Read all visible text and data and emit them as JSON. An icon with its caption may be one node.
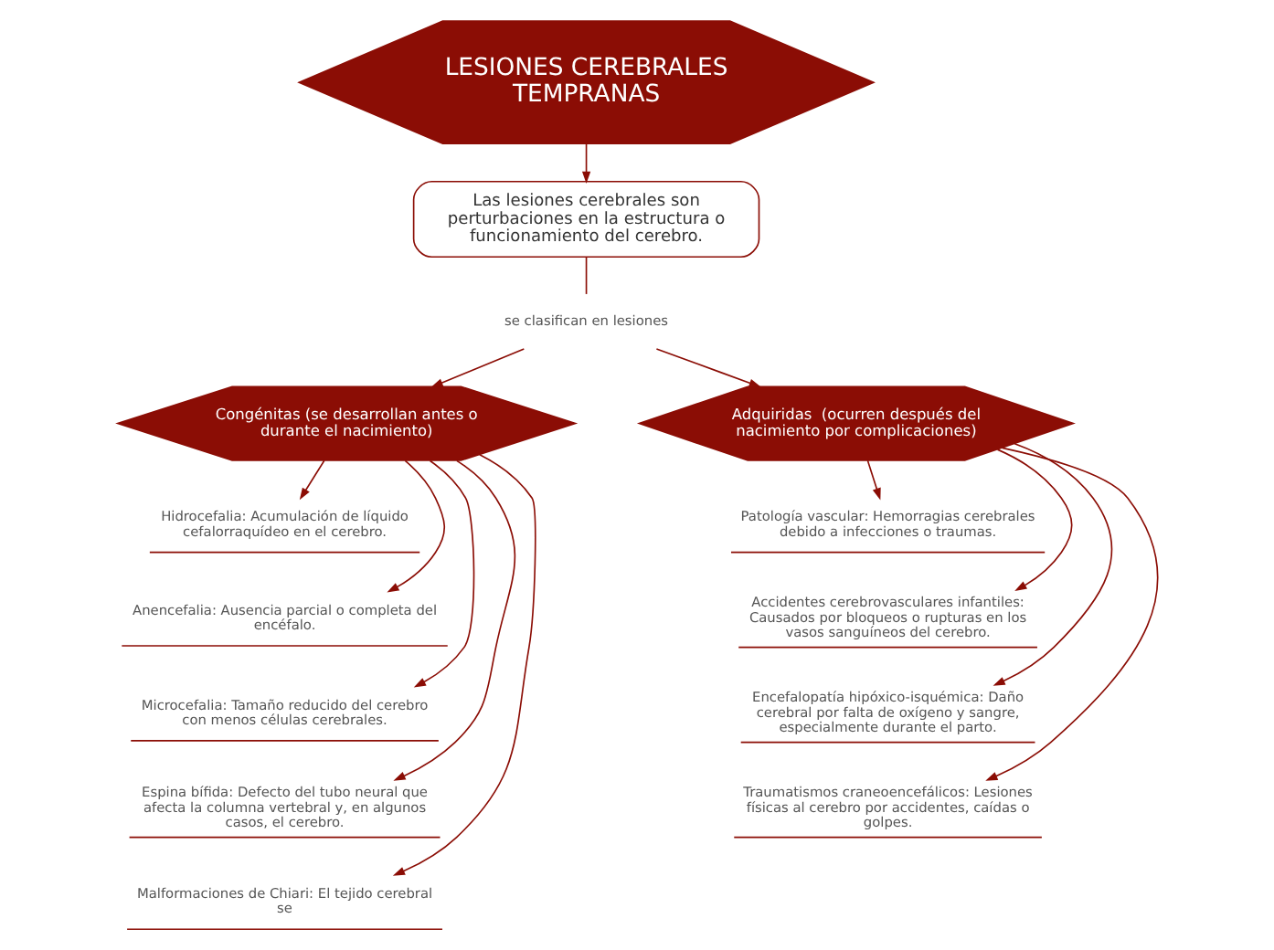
{
  "diagram": {
    "nodes": [
      {
        "text": [
          "LESIONES CEREBRALES TEMPRANAS"
        ]
      },
      {
        "text": [
          "Las lesiones cerebrales son perturbaciones en la estructura o funcionamiento del cerebro."
        ]
      },
      {
        "text": [
          "se clasifican en lesiones"
        ]
      },
      {
        "text": [
          "Congénitas (se desarrollan antes o durante el nacimiento)"
        ]
      },
      {
        "text": [
          "Adquiridas  (ocurren después del nacimiento por complicaciones)"
        ]
      },
      {
        "text": [
          "Hidrocefalia: Acumulación de líquido cefalorraquídeo en el cerebro."
        ]
      },
      {
        "text": [
          "Anencefalia: Ausencia parcial o completa del encéfalo."
        ]
      },
      {
        "text": [
          "Microcefalia: Tamaño reducido del cerebro con menos células cerebrales."
        ]
      },
      {
        "text": [
          "Espina bífida: Defecto del tubo neural que afecta la columna vertebral y, en algunos casos, el cerebro."
        ]
      },
      {
        "text": [
          "Malformaciones de Chiari: El tejido cerebral se"
        ]
      },
      {
        "text": [
          "Patología vascular: Hemorragias cerebrales debido a infecciones o traumas."
        ]
      },
      {
        "text": [
          "Accidentes cerebrovasculares infantiles: Causados por bloqueos o rupturas en los vasos sanguíneos del cerebro."
        ]
      },
      {
        "text": [
          "Encefalopatía hipóxico-isquémica: Daño cerebral por falta de oxígeno y sangre, especialmente durante el parto."
        ]
      },
      {
        "text": [
          "Traumatismos craneoencefálicos: Lesiones físicas al cerebro por accidentes, caídas o golpes."
        ]
      }
    ],
    "edges": [
      {
        "from": 0,
        "to": 1,
        "arrow": "to"
      },
      {
        "from": 1,
        "to": 2,
        "arrow": "none"
      },
      {
        "from": 2,
        "to": 3,
        "arrow": "to"
      },
      {
        "from": 2,
        "to": 4,
        "arrow": "to"
      },
      {
        "from": 3,
        "to": 5,
        "arrow": "to"
      },
      {
        "from": 3,
        "to": 6,
        "arrow": "to"
      },
      {
        "from": 3,
        "to": 7,
        "arrow": "to"
      },
      {
        "from": 3,
        "to": 8,
        "arrow": "to"
      },
      {
        "from": 3,
        "to": 9,
        "arrow": "to"
      },
      {
        "from": 4,
        "to": 10,
        "arrow": "to"
      },
      {
        "from": 4,
        "to": 11,
        "arrow": "to"
      },
      {
        "from": 4,
        "to": 12,
        "arrow": "to"
      },
      {
        "from": 4,
        "to": 13,
        "arrow": "to"
      }
    ]
  }
}
